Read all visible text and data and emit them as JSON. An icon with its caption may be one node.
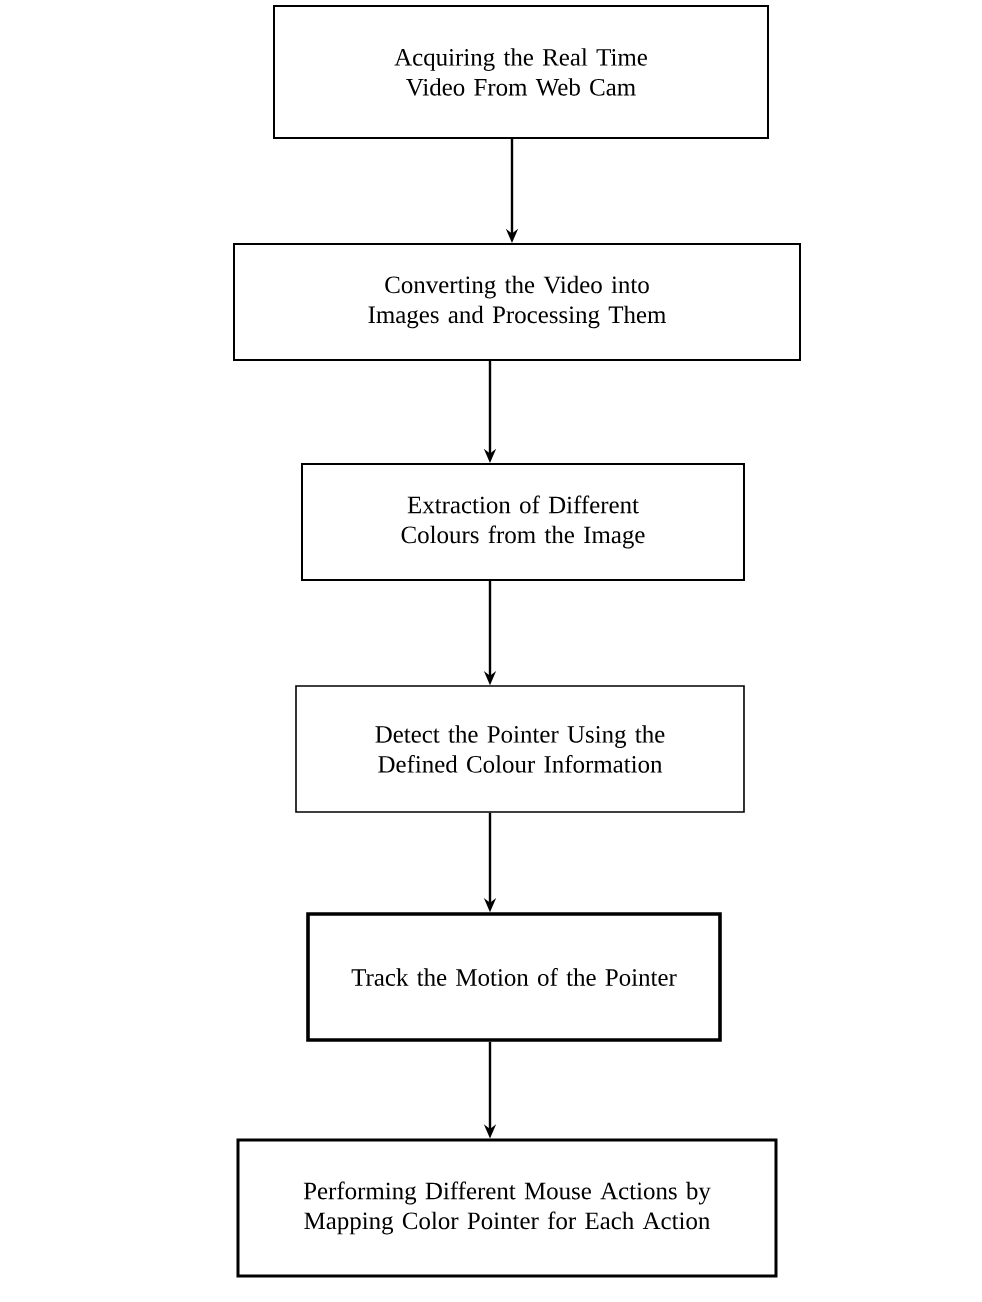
{
  "diagram": {
    "nodes": [
      {
        "text": [
          "Acquiring the Real Time Video From Web Cam"
        ]
      },
      {
        "text": [
          "Converting the Video into Images and Processing Them"
        ]
      },
      {
        "text": [
          "Extraction of Different Colours from the Image"
        ]
      },
      {
        "text": [
          "Detect the Pointer Using the Defined Colour Information"
        ]
      },
      {
        "text": [
          "Track the Motion of the Pointer"
        ]
      },
      {
        "text": [
          "Performing Different Mouse Actions by Mapping Color Pointer for Each Action"
        ]
      }
    ],
    "edges": [
      {
        "from": 0,
        "to": 1,
        "arrow": "to"
      },
      {
        "from": 1,
        "to": 2,
        "arrow": "to"
      },
      {
        "from": 2,
        "to": 3,
        "arrow": "to"
      },
      {
        "from": 3,
        "to": 4,
        "arrow": "to"
      },
      {
        "from": 4,
        "to": 5,
        "arrow": "to"
      }
    ]
  }
}
